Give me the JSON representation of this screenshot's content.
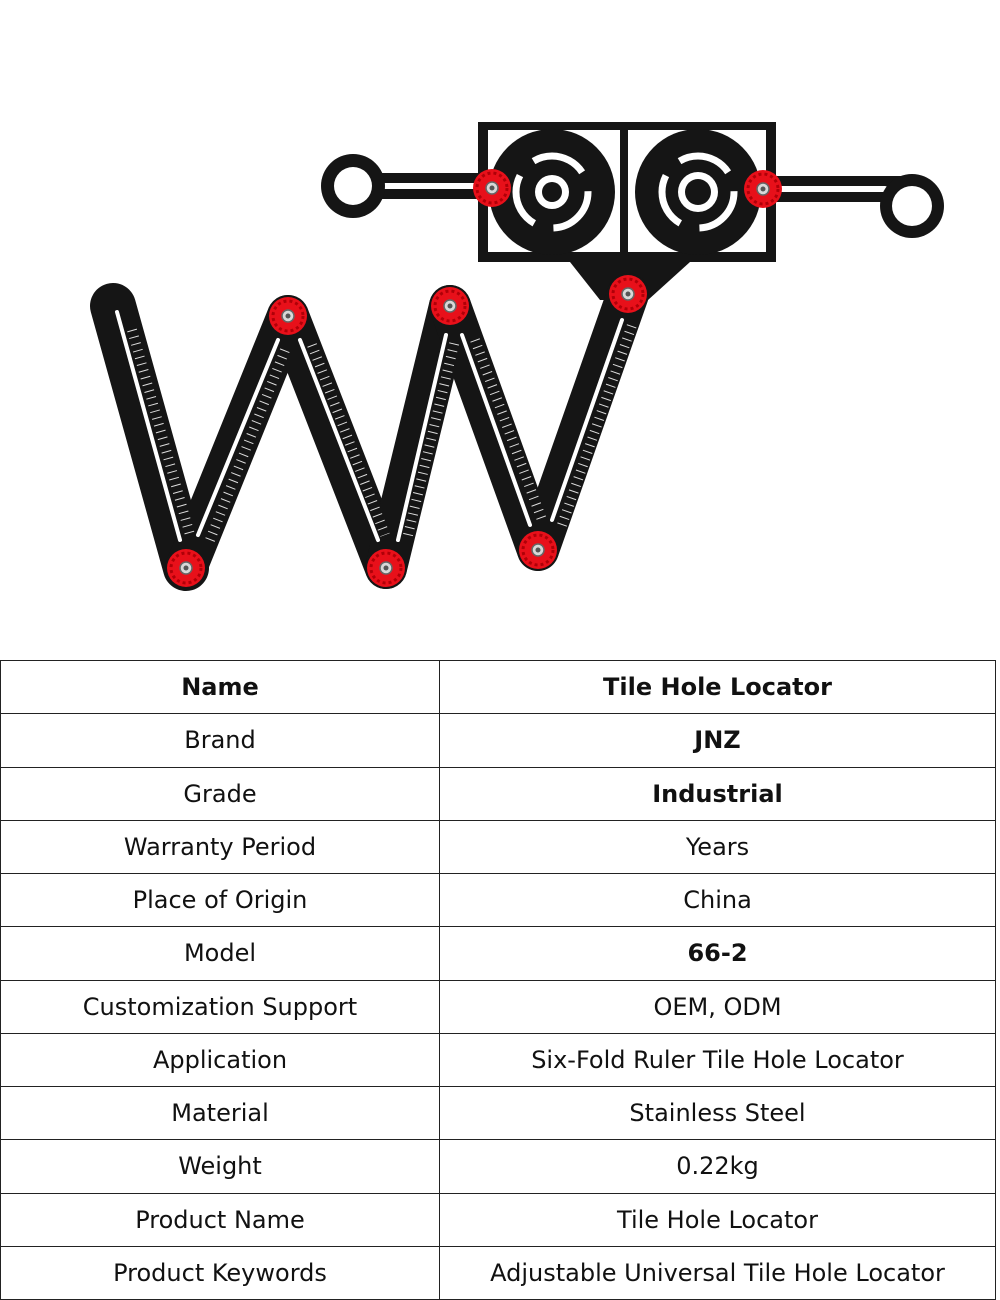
{
  "image": {
    "subject": "tile-hole-locator-ruler",
    "colors": {
      "body": "#151515",
      "knob": "#e8101a",
      "slot": "#ffffff"
    }
  },
  "specs": [
    {
      "label": "Name",
      "value": "Tile Hole Locator",
      "bold_label": true,
      "bold_value": true
    },
    {
      "label": "Brand",
      "value": "JNZ",
      "bold_label": false,
      "bold_value": true
    },
    {
      "label": "Grade",
      "value": "Industrial",
      "bold_label": false,
      "bold_value": true
    },
    {
      "label": "Warranty Period",
      "value": "Years",
      "bold_label": false,
      "bold_value": false
    },
    {
      "label": "Place of Origin",
      "value": "China",
      "bold_label": false,
      "bold_value": false
    },
    {
      "label": "Model",
      "value": "66-2",
      "bold_label": false,
      "bold_value": true
    },
    {
      "label": "Customization Support",
      "value": "OEM, ODM",
      "bold_label": false,
      "bold_value": false
    },
    {
      "label": "Application",
      "value": "Six-Fold Ruler Tile Hole Locator",
      "bold_label": false,
      "bold_value": false
    },
    {
      "label": "Material",
      "value": "Stainless Steel",
      "bold_label": false,
      "bold_value": false
    },
    {
      "label": "Weight",
      "value": "0.22kg",
      "bold_label": false,
      "bold_value": false
    },
    {
      "label": "Product Name",
      "value": "Tile Hole Locator",
      "bold_label": false,
      "bold_value": false
    },
    {
      "label": "Product Keywords",
      "value": "Adjustable Universal Tile Hole Locator",
      "bold_label": false,
      "bold_value": false
    }
  ]
}
